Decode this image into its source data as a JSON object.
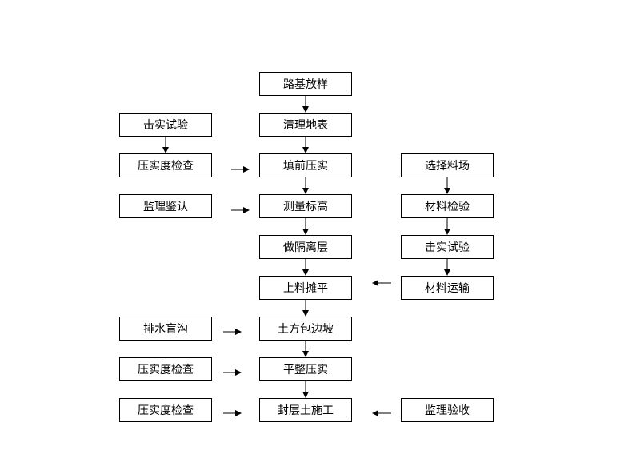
{
  "flowchart": {
    "main": [
      "路基放样",
      "清理地表",
      "填前压实",
      "测量标高",
      "做隔离层",
      "上料摊平",
      "土方包边坡",
      "平整压实",
      "封层土施工"
    ],
    "left": [
      "击实试验",
      "压实度检查",
      "监理鉴认",
      "排水盲沟",
      "压实度检查",
      "压实度检查"
    ],
    "right": [
      "选择料场",
      "材料检验",
      "击实试验",
      "材料运输",
      "监理验收"
    ]
  }
}
